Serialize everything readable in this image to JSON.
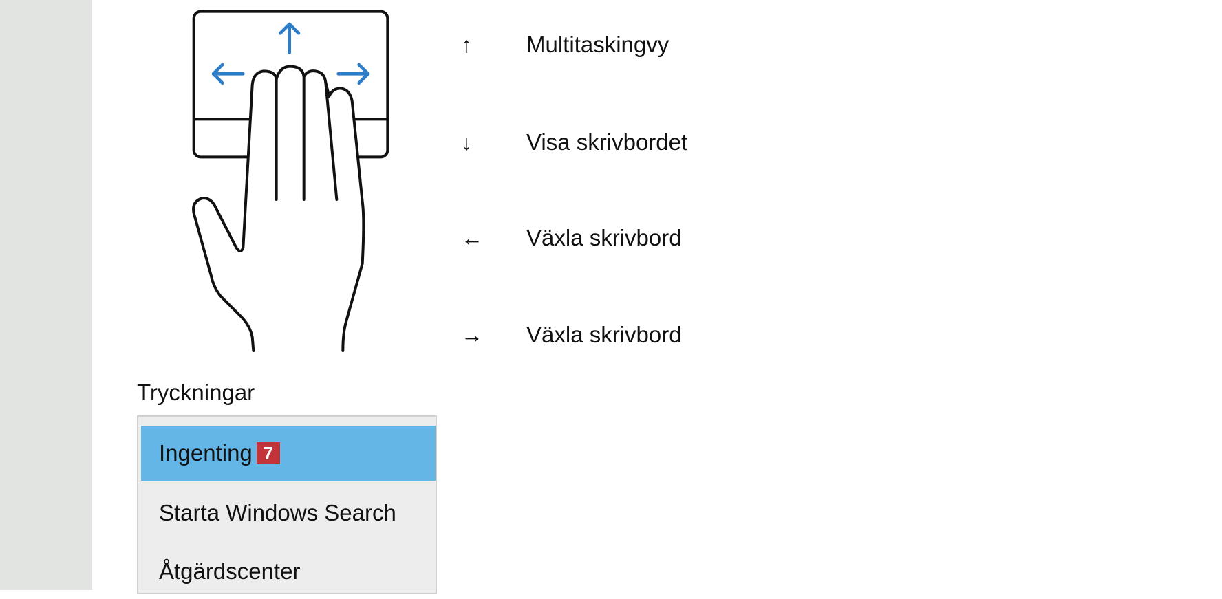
{
  "gestures": [
    {
      "icon": "arrow-up-icon",
      "arrow": "↑",
      "label": "Multitaskingvy"
    },
    {
      "icon": "arrow-down-icon",
      "arrow": "↓",
      "label": "Visa skrivbordet"
    },
    {
      "icon": "arrow-left-icon",
      "arrow": "←",
      "label": "Växla skrivbord"
    },
    {
      "icon": "arrow-right-icon",
      "arrow": "→",
      "label": "Växla skrivbord"
    }
  ],
  "taps": {
    "label": "Tryckningar",
    "options": [
      "Ingenting",
      "Starta Windows Search",
      "Åtgärdscenter"
    ],
    "selected_index": 0,
    "badge": "7"
  },
  "colors": {
    "accent_arrow": "#2e7dc8",
    "selection": "#63b6e6",
    "badge": "#c3343a"
  }
}
